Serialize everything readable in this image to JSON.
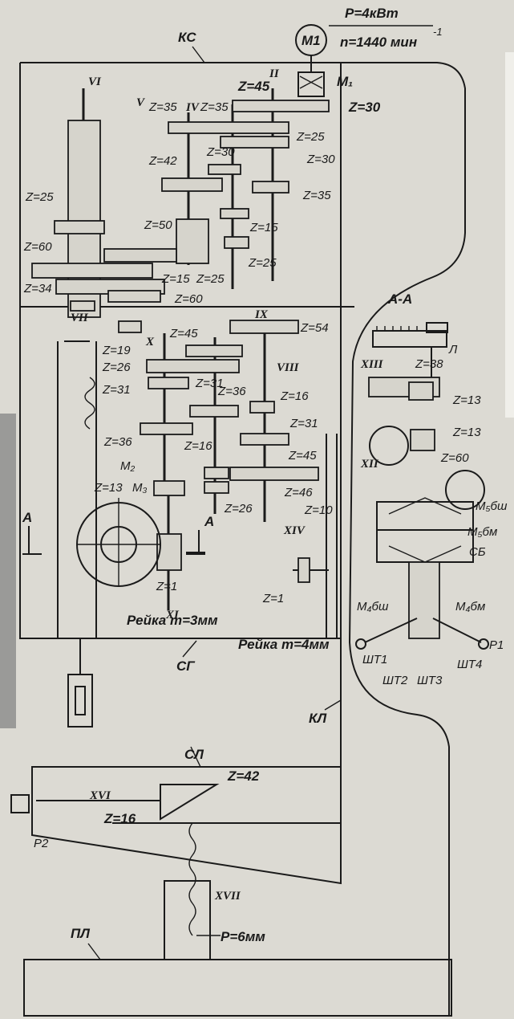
{
  "motor": {
    "label": "M1",
    "power": "P=4кВт",
    "speed": "n=1440 мин",
    "speed_exp": "-1",
    "coupling": "M₁"
  },
  "units": {
    "ks": "КС",
    "sg": "СГ",
    "kl": "КЛ",
    "sl": "СЛ",
    "pl": "ПЛ",
    "l": "Л",
    "sb": "СБ"
  },
  "section": {
    "label": "А-А",
    "arrow_a": "А"
  },
  "shafts": [
    "II",
    "IV",
    "V",
    "VI",
    "VII",
    "VIII",
    "IX",
    "X",
    "XI",
    "XII",
    "XIII",
    "XIV",
    "XVI",
    "XVII"
  ],
  "gears": {
    "z45_top": "Z=45",
    "z30_top": "Z=30",
    "z35a": "Z=35",
    "z35b": "Z=35",
    "z25_top": "Z=25",
    "z30b": "Z=30",
    "z30_mid": "Z=30",
    "z42": "Z=42",
    "z35_right": "Z=35",
    "z25_left": "Z=25",
    "z50": "Z=50",
    "z15a": "Z=15",
    "z60a": "Z=60",
    "z15b": "Z=15",
    "z34": "Z=34",
    "z25b": "Z=25",
    "z25c": "Z=25",
    "z60b": "Z=60",
    "z54": "Z=54",
    "z45b": "Z=45",
    "z19": "Z=19",
    "z26a": "Z=26",
    "z31a": "Z=31",
    "z31b": "Z=31",
    "z36a": "Z=36",
    "z16a": "Z=16",
    "z31c": "Z=31",
    "z36b": "Z=36",
    "z16b": "Z=16",
    "z45c": "Z=45",
    "z26b": "Z=26",
    "z13a": "Z=13",
    "z1a": "Z=1",
    "z46": "Z=46",
    "z10": "Z=10",
    "z1b": "Z=1",
    "z38": "Z=38",
    "z13b": "Z=13",
    "z13c": "Z=13",
    "z60c": "Z=60",
    "z42b": "Z=42",
    "z16c": "Z=16"
  },
  "clutches": {
    "m2": "M₂",
    "m3": "M₃",
    "m5bsh": "M₅бш",
    "m5bm": "M₅бм",
    "m4bsh": "M₄бш",
    "m4bm": "M₄бм"
  },
  "racks": {
    "rack3": "Рейка m=3мм",
    "rack4": "Рейка m=4мм"
  },
  "pins": {
    "sht1": "ШТ1",
    "sht2": "ШТ2",
    "sht3": "ШТ3",
    "sht4": "ШТ4",
    "r1": "Р1",
    "r2": "Р2"
  },
  "screw": {
    "pitch": "P=6мм"
  },
  "colors": {
    "ink": "#1a1a1a",
    "paper": "#dcdad3",
    "strip": "#9a9a98"
  }
}
